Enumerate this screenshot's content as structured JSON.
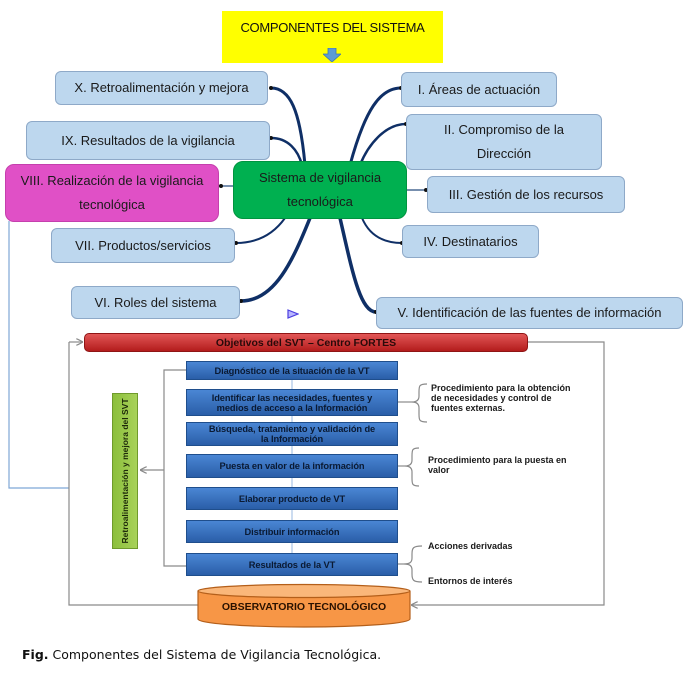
{
  "header": {
    "title": "COMPONENTES DEL SISTEMA",
    "arrow_icon": "down-arrow-icon"
  },
  "mindmap": {
    "center": {
      "label": "Sistema de vigilancia tecnológica",
      "line1": "Sistema de vigilancia",
      "line2": "tecnológica",
      "color": "#00b050"
    },
    "left_nodes": [
      {
        "id": "X",
        "label": "X. Retroalimentación y mejora"
      },
      {
        "id": "IX",
        "label": "IX. Resultados de la vigilancia"
      },
      {
        "id": "VIII",
        "line1": "VIII. Realización de la vigilancia",
        "line2": "tecnológica",
        "label": "VIII. Realización de la vigilancia tecnológica",
        "color": "#e050c6"
      },
      {
        "id": "VII",
        "label": "VII. Productos/servicios"
      },
      {
        "id": "VI",
        "label": "VI. Roles del sistema"
      }
    ],
    "right_nodes": [
      {
        "id": "I",
        "label": "I. Áreas de actuación"
      },
      {
        "id": "II",
        "line1": "II. Compromiso de la",
        "line2": "Dirección",
        "label": "II. Compromiso de la Dirección"
      },
      {
        "id": "III",
        "label": "III. Gestión de los recursos"
      },
      {
        "id": "IV",
        "label": "IV. Destinatarios"
      },
      {
        "id": "V",
        "label": "V. Identificación de las fuentes de información"
      }
    ],
    "node_color": "#bdd7ee"
  },
  "process": {
    "objectives": "Objetivos del SVT – Centro FORTES",
    "feedback": "Retroalimentación y mejora del SVT",
    "steps": [
      {
        "line1": "Diagnóstico de la situación de la VT"
      },
      {
        "line1": "Identificar las necesidades, fuentes y",
        "line2": "medios de acceso a la Información"
      },
      {
        "line1": "Búsqueda, tratamiento y validación de",
        "line2": "la Información"
      },
      {
        "line1": "Puesta en valor de la información"
      },
      {
        "line1": "Elaborar producto de VT"
      },
      {
        "line1": "Distribuir información"
      },
      {
        "line1": "Resultados de la VT"
      }
    ],
    "notes": {
      "needs_procedure": [
        "Procedimiento para la obtención",
        "de necesidades y control de",
        "fuentes externas."
      ],
      "value_procedure": [
        "Procedimiento para la puesta en",
        "valor"
      ],
      "results": [
        "Acciones derivadas",
        "Entornos de interés"
      ]
    },
    "observatory": "OBSERVATORIO TECNOLÓGICO",
    "colors": {
      "objectives": "#c62828",
      "step": "#2f6bb8",
      "feedback": "#9bc84a",
      "observatory": "#f79646"
    }
  },
  "caption": {
    "prefix": "Fig.",
    "text": " Componentes del Sistema de Vigilancia Tecnológica."
  }
}
